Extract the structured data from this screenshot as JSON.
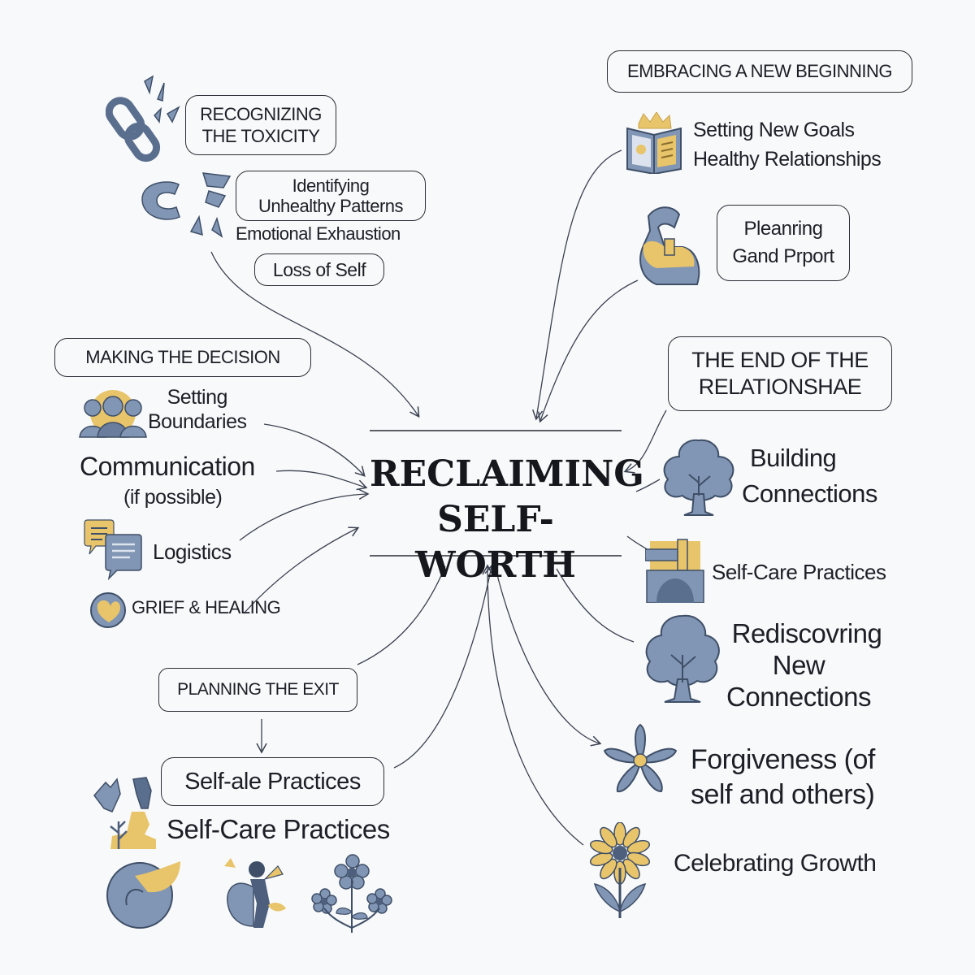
{
  "center": {
    "line1": "RECLAIMING",
    "line2": "SELF-WORTH"
  },
  "recognizing": {
    "title_line1": "RECOGNIZING",
    "title_line2": "THE TOXICITY",
    "identifying_line1": "Identifying",
    "identifying_line2": "Unhealthy Patterns",
    "exhaustion": "Emotional Exhaustion",
    "loss": "Loss of Self"
  },
  "decision": {
    "title": "MAKING THE DECISION",
    "boundaries_line1": "Setting",
    "boundaries_line2": "Boundaries",
    "communication": "Communication",
    "communication_sub": "(if possible)",
    "logistics": "Logistics",
    "grief": "GRIEF & HEALING"
  },
  "exit": {
    "title": "PLANNING THE EXIT",
    "box_label": "Self-ale Practices",
    "practices": "Self-Care Practices"
  },
  "beginning": {
    "title": "EMBRACING A NEW BEGINNING",
    "goals_line1": "Setting New Goals",
    "goals_line2": "Healthy Relationships",
    "support_line1": "Pleanring",
    "support_line2": "Gand Prport"
  },
  "end": {
    "title_line1": "THE END OF THE",
    "title_line2": "RELATIONSHAE",
    "building_line1": "Building",
    "building_line2": "Connections",
    "selfcare": "Self-Care Practices",
    "rediscover_line1": "Rediscovring",
    "rediscover_line2": "New",
    "rediscover_line3": "Connections",
    "forgive_line1": "Forgiveness (of",
    "forgive_line2": "self and others)",
    "celebrate": "Celebrating Growth"
  },
  "colors": {
    "ink": "#2a2e36",
    "blue": "#8196b4",
    "blue_dark": "#4d5f7c",
    "gold": "#e8c46a"
  },
  "icons": [
    "broken-chain-icon",
    "broken-chain-small-icon",
    "people-icon",
    "chat-bubbles-icon",
    "heart-globe-icon",
    "book-icon",
    "flexed-arm-icon",
    "tree-icon",
    "candle-hands-icon",
    "tree-large-icon",
    "blue-flower-icon",
    "yellow-flower-icon",
    "birds-icon",
    "moon-hands-icon",
    "figure-icon",
    "flowers-icon"
  ]
}
